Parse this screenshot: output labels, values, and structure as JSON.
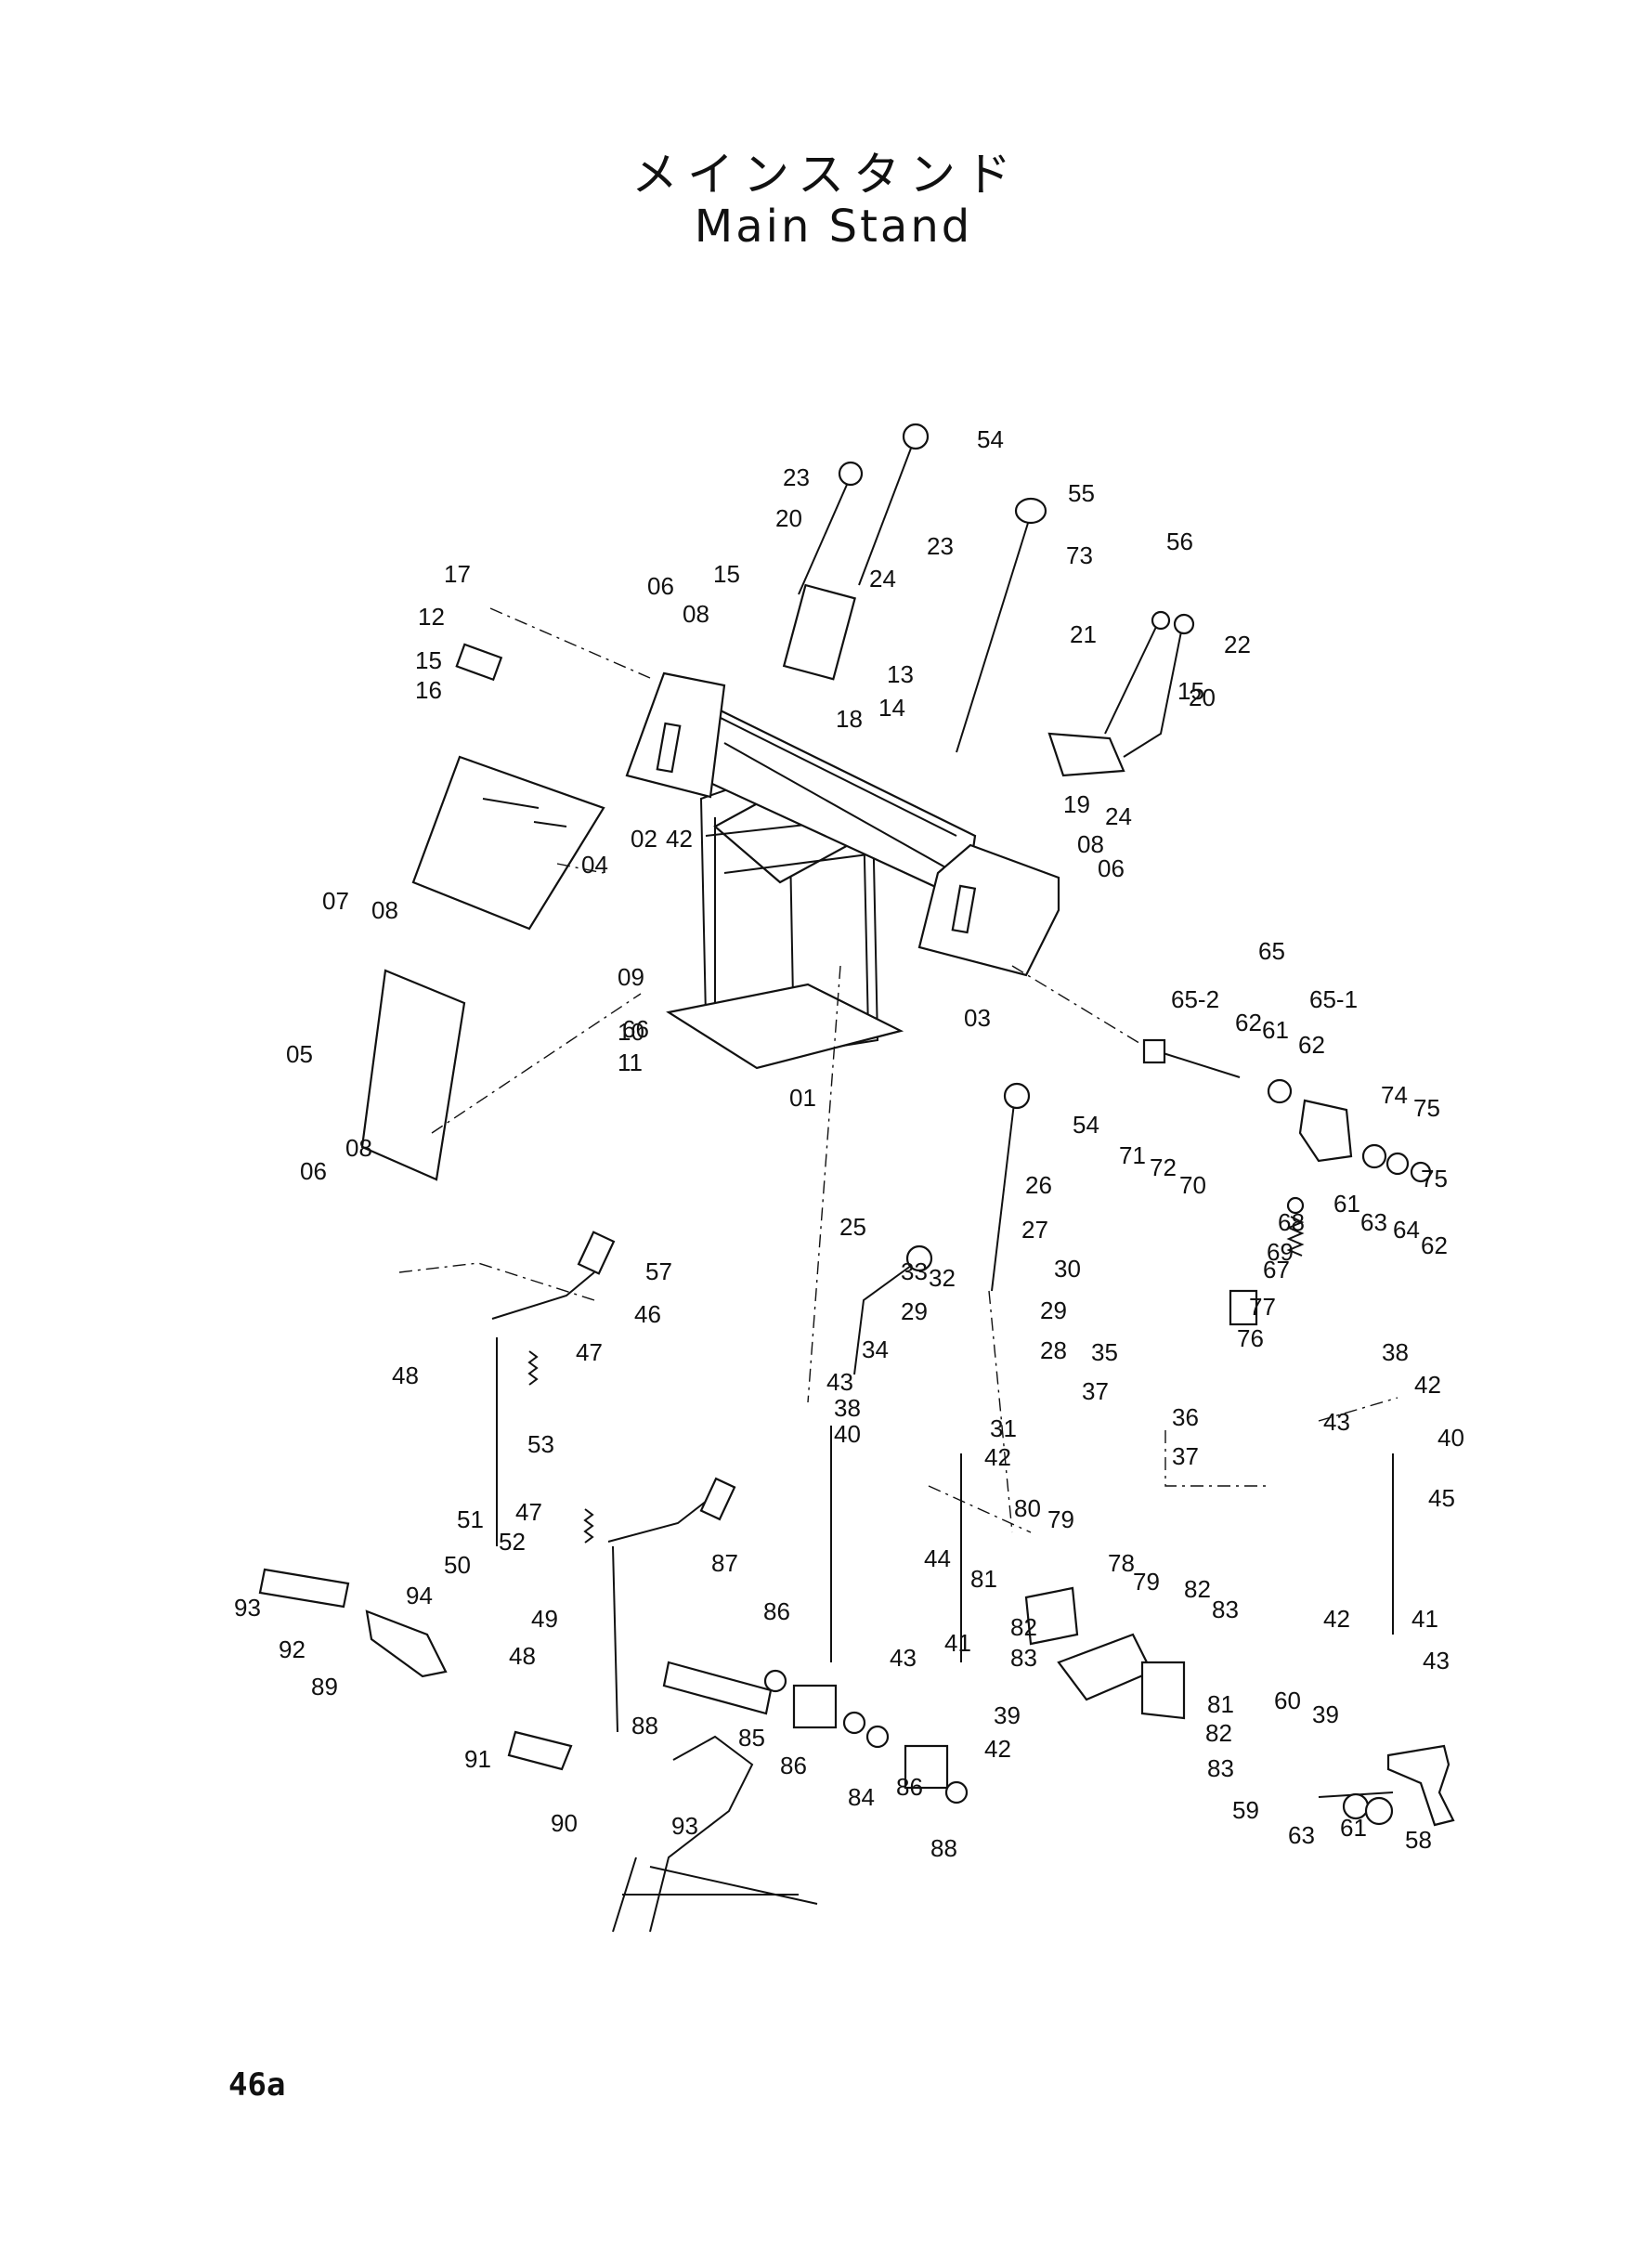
{
  "header": {
    "title_jp": "メインスタンド",
    "title_en": "Main Stand"
  },
  "footer": {
    "page_number": "46a"
  },
  "callouts": [
    "54",
    "23",
    "23",
    "55",
    "73",
    "56",
    "20",
    "15",
    "24",
    "22",
    "21",
    "15",
    "20",
    "17",
    "06",
    "08",
    "12",
    "15",
    "16",
    "13",
    "14",
    "18",
    "19",
    "24",
    "02",
    "42",
    "04",
    "07",
    "08",
    "08",
    "06",
    "09",
    "03",
    "65",
    "65-2",
    "65-1",
    "62",
    "61",
    "62",
    "66",
    "74",
    "75",
    "75",
    "10",
    "11",
    "01",
    "05",
    "08",
    "06",
    "54",
    "71",
    "72",
    "70",
    "61",
    "63",
    "64",
    "62",
    "68",
    "26",
    "69",
    "67",
    "25",
    "27",
    "33",
    "32",
    "30",
    "29",
    "29",
    "28",
    "34",
    "57",
    "46",
    "77",
    "76",
    "48",
    "47",
    "35",
    "37",
    "43",
    "38",
    "40",
    "42",
    "31",
    "36",
    "37",
    "38",
    "42",
    "43",
    "40",
    "53",
    "45",
    "80",
    "79",
    "51",
    "52",
    "47",
    "50",
    "78",
    "44",
    "79",
    "82",
    "83",
    "87",
    "81",
    "94",
    "49",
    "93",
    "86",
    "48",
    "82",
    "83",
    "43",
    "41",
    "92",
    "89",
    "41",
    "42",
    "43",
    "60",
    "39",
    "81",
    "85",
    "39",
    "42",
    "91",
    "86",
    "82",
    "83",
    "86",
    "84",
    "93",
    "90",
    "88",
    "59",
    "63",
    "61",
    "58",
    "88"
  ]
}
